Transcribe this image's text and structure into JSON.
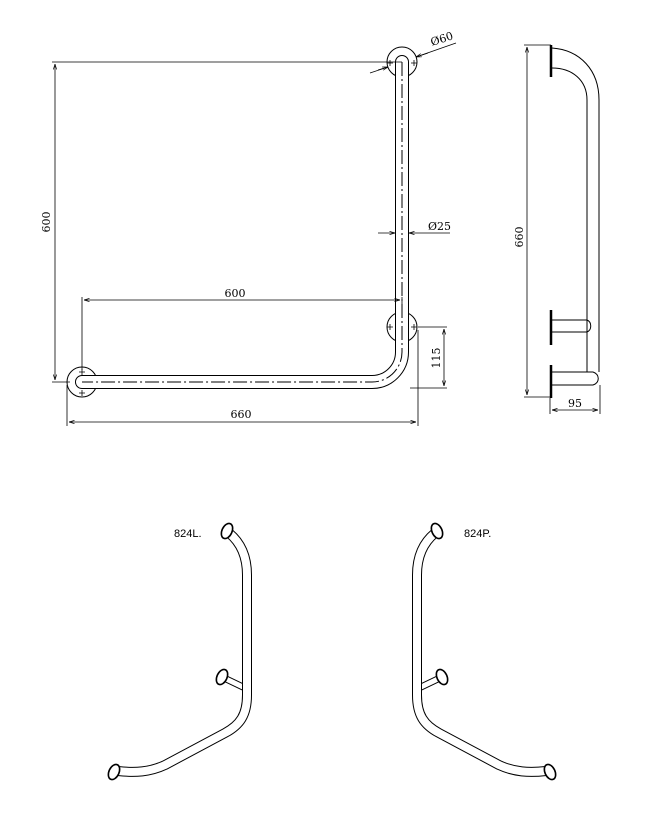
{
  "front_view": {
    "dim_height": "600",
    "dim_width_axis": "600",
    "dim_total_width": "660",
    "dim_offset": "115",
    "dim_rosette_diameter": "Ø60",
    "dim_tube_diameter": "Ø25"
  },
  "side_view": {
    "dim_height": "660",
    "dim_depth": "95"
  },
  "perspective_views": {
    "left_label": "824L.",
    "right_label": "824P."
  }
}
